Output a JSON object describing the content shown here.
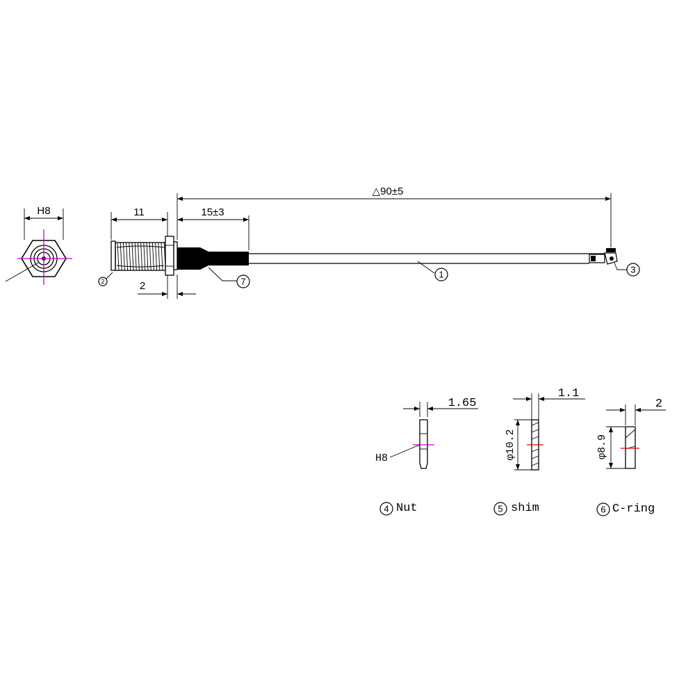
{
  "dimensions": {
    "hex_width": "H8",
    "thread_length": "11",
    "boot_length": "15±3",
    "total_length": "△90±5",
    "gap": "2",
    "nut_thickness": "1.65",
    "shim_thickness": "1.1",
    "shim_diameter": "φ10.2",
    "cring_thickness": "2",
    "cring_diameter": "φ8.9",
    "nut_hex": "H8"
  },
  "callouts": {
    "cable": "1",
    "connector_body": "2",
    "ufl_end": "3",
    "boot": "7",
    "nut": "4",
    "shim": "5",
    "cring": "6"
  },
  "parts": {
    "nut_label": "Nut",
    "shim_label": "shim",
    "cring_label": "C-ring"
  },
  "colors": {
    "line": "#000000",
    "centerline": "#cc00cc",
    "marker": "#e00000"
  }
}
